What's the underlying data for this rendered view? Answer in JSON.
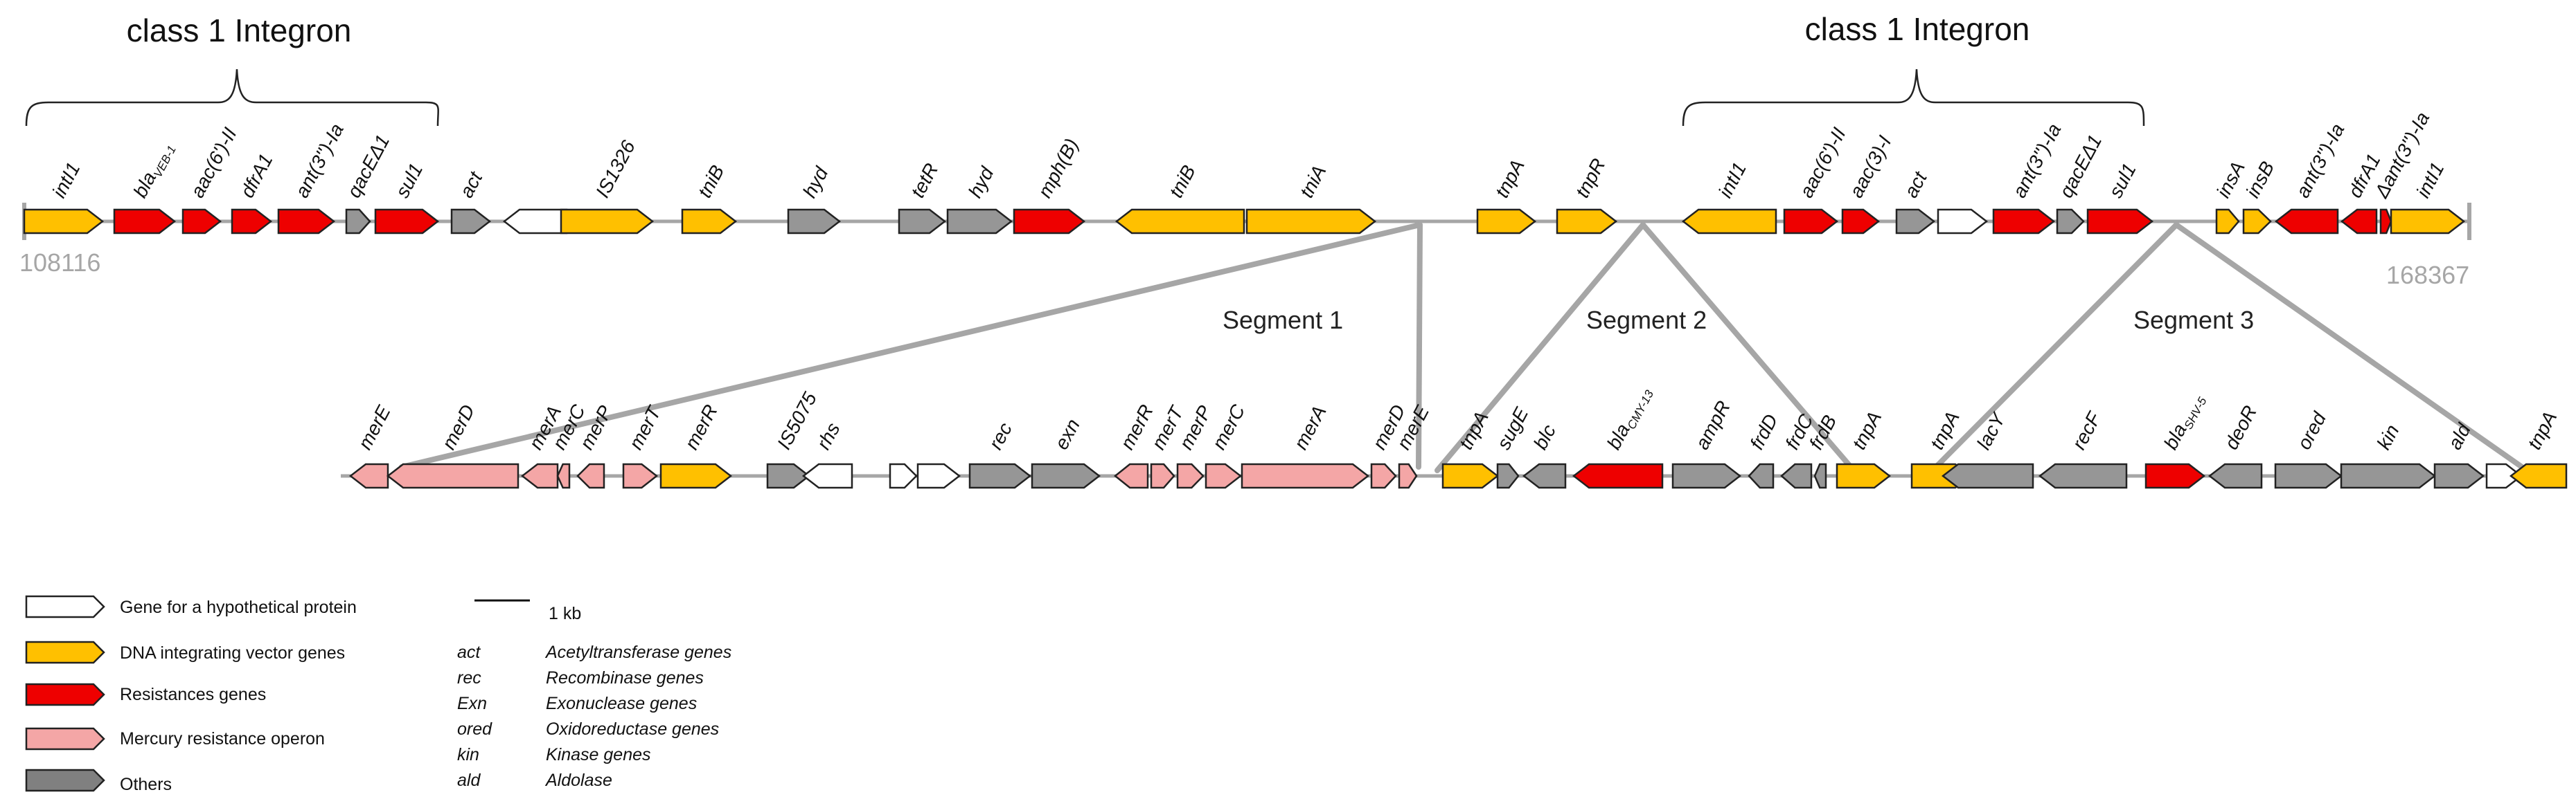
{
  "diagram": {
    "title_left": "class 1 Integron",
    "title_right": "class 1 Integron",
    "coord_start": "108116",
    "coord_end": "168367",
    "segment1": "Segment 1",
    "segment2": "Segment 2",
    "segment3": "Segment 3",
    "colors": {
      "hypothetical": "#ffffff",
      "dna_integrating": "#ffc000",
      "resistance": "#ee0000",
      "mercury": "#f4a6a6",
      "other": "#969696",
      "backbone": "#a6a6a6"
    },
    "top_genes": [
      "intI1",
      "bla<sub>VEB-1</sub>",
      "aac(6')-II",
      "dfrA1",
      "ant(3'')-Ia",
      "qacEΔ1",
      "sul1",
      "act",
      "",
      "IS1326",
      "tniB",
      "hyd",
      "tetR",
      "hyd",
      "mph(B)",
      "tniB",
      "tniA",
      "tnpA",
      "tnpR",
      "intI1",
      "aac(6')-II",
      "aac(3)-I",
      "act",
      "",
      "ant(3'')-Ia",
      "qacEΔ1",
      "sul1",
      "insA",
      "insB",
      "ant(3'')-Ia",
      "dfrA1",
      "Δant(3'')-Ia",
      "intI1"
    ],
    "seg1_genes": [
      "merE",
      "merD",
      "merA",
      "merC",
      "merP",
      "merT",
      "merR",
      "IS5075",
      "rhs",
      "",
      "",
      "rec",
      "exn",
      "merR",
      "merT",
      "merP",
      "merC",
      "merA",
      "merD",
      "merE"
    ],
    "seg2_genes": [
      "tnpA",
      "sugE",
      "blc",
      "bla<sub>CMY-13</sub>",
      "ampR",
      "frdD",
      "frdC",
      "frdB",
      "tnpA"
    ],
    "seg3_genes": [
      "tnpA",
      "lacY",
      "recF",
      "bla<sub>SHV-5</sub>",
      "deoR",
      "ored",
      "kin",
      "ald",
      "",
      "tnpA"
    ]
  },
  "legend": {
    "hypothetical": "Gene for a hypothetical protein",
    "dna_integrating": "DNA integrating vector genes",
    "resistance": "Resistances genes",
    "mercury": "Mercury resistance operon",
    "others": "Others",
    "scale": "1 kb",
    "abbreviations": [
      {
        "abbr": "act",
        "meaning": "Acetyltransferase genes"
      },
      {
        "abbr": "rec",
        "meaning": "Recombinase genes"
      },
      {
        "abbr": "Exn",
        "meaning": "Exonuclease genes"
      },
      {
        "abbr": "ored",
        "meaning": "Oxidoreductase genes"
      },
      {
        "abbr": "kin",
        "meaning": "Kinase genes"
      },
      {
        "abbr": "ald",
        "meaning": "Aldolase"
      }
    ]
  }
}
